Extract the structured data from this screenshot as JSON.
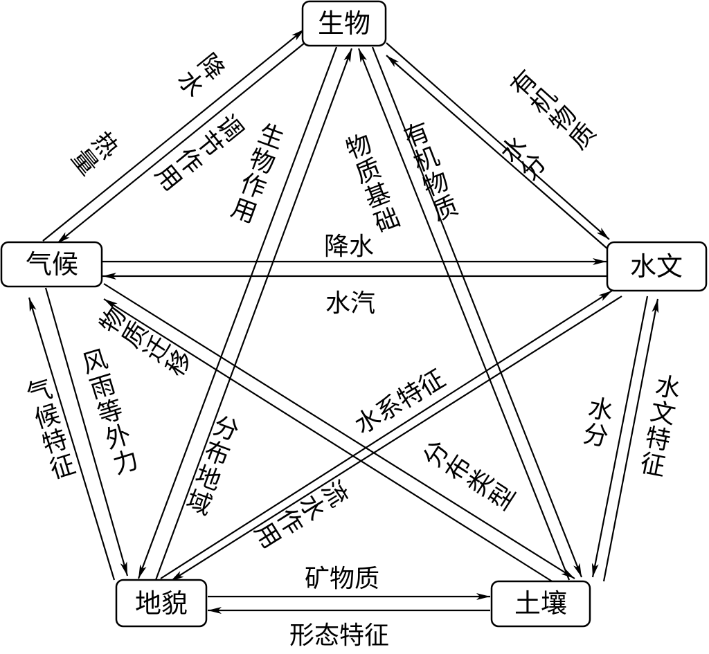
{
  "nodes": {
    "biology": "生物",
    "climate": "气候",
    "hydrology": "水文",
    "landform": "地貌",
    "soil": "土壤"
  },
  "labels": {
    "climate_to_biology_1": "降水",
    "climate_to_biology_2": "热量",
    "biology_to_climate": "调节作用",
    "biology_landform_1": "生物作用",
    "biology_landform_2": "分布地域",
    "biology_soil_1": "物质基础",
    "biology_soil_2": "有机物质",
    "biology_hydrology_1": "有机物质",
    "biology_hydrology_2": "水分",
    "climate_to_hydrology": "降水",
    "hydrology_to_climate": "水汽",
    "landform_to_climate": "气候特征",
    "climate_to_landform": "风雨等外力",
    "soil_to_climate": "物质迁移",
    "climate_to_soil": "分布类型",
    "hydrology_landform_1": "水系特征",
    "hydrology_landform_2": "流水作用",
    "hydrology_to_soil": "水分",
    "soil_hydrology": "水文特征",
    "landform_to_soil": "矿物质",
    "soil_landform": "形态特征"
  }
}
